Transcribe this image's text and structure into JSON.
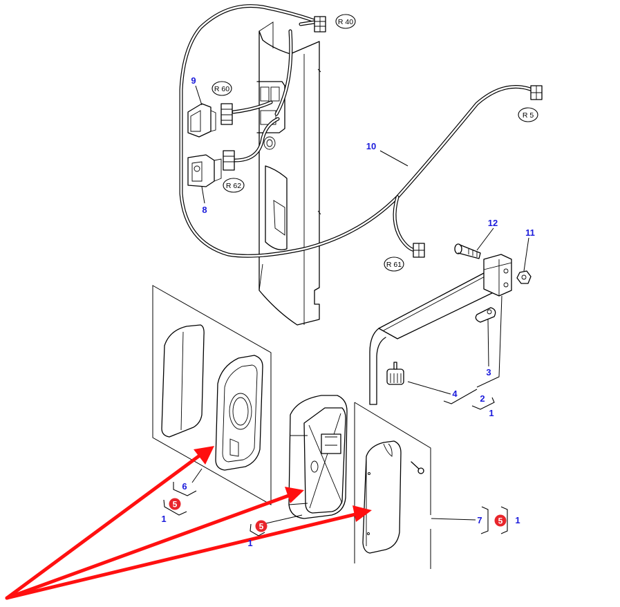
{
  "diagram": {
    "title": "Exterior mirror assembly – exploded parts view",
    "callouts": [
      {
        "id": "1",
        "label": "1"
      },
      {
        "id": "2",
        "label": "2"
      },
      {
        "id": "3",
        "label": "3"
      },
      {
        "id": "4",
        "label": "4"
      },
      {
        "id": "5",
        "label": "5"
      },
      {
        "id": "6",
        "label": "6"
      },
      {
        "id": "7",
        "label": "7"
      },
      {
        "id": "8",
        "label": "8"
      },
      {
        "id": "9",
        "label": "9"
      },
      {
        "id": "10",
        "label": "10"
      },
      {
        "id": "11",
        "label": "11"
      },
      {
        "id": "12",
        "label": "12"
      }
    ],
    "labels": {
      "c1a": "1",
      "c1b": "1",
      "c1c": "1",
      "c1d": "1",
      "c2": "2",
      "c3": "3",
      "c4": "4",
      "c5a": "5",
      "c5b": "5",
      "c5c": "5",
      "c6": "6",
      "c7": "7",
      "c8": "8",
      "c9": "9",
      "c10": "10",
      "c11": "11",
      "c12": "12"
    },
    "connector_refs": {
      "r40": "R 40",
      "r60": "R 60",
      "r5": "R 5",
      "r62": "R 62",
      "r61": "R 61"
    },
    "highlight": {
      "badge_number": "5",
      "badge_color": "#e8252b",
      "arrow_color": "#ff1010",
      "arrow_count": 3,
      "arrow_targets": [
        "mirror-housing-back-cover",
        "mirror-head",
        "mirror-glass-plate"
      ]
    },
    "callout_color": "#1a1adb"
  }
}
